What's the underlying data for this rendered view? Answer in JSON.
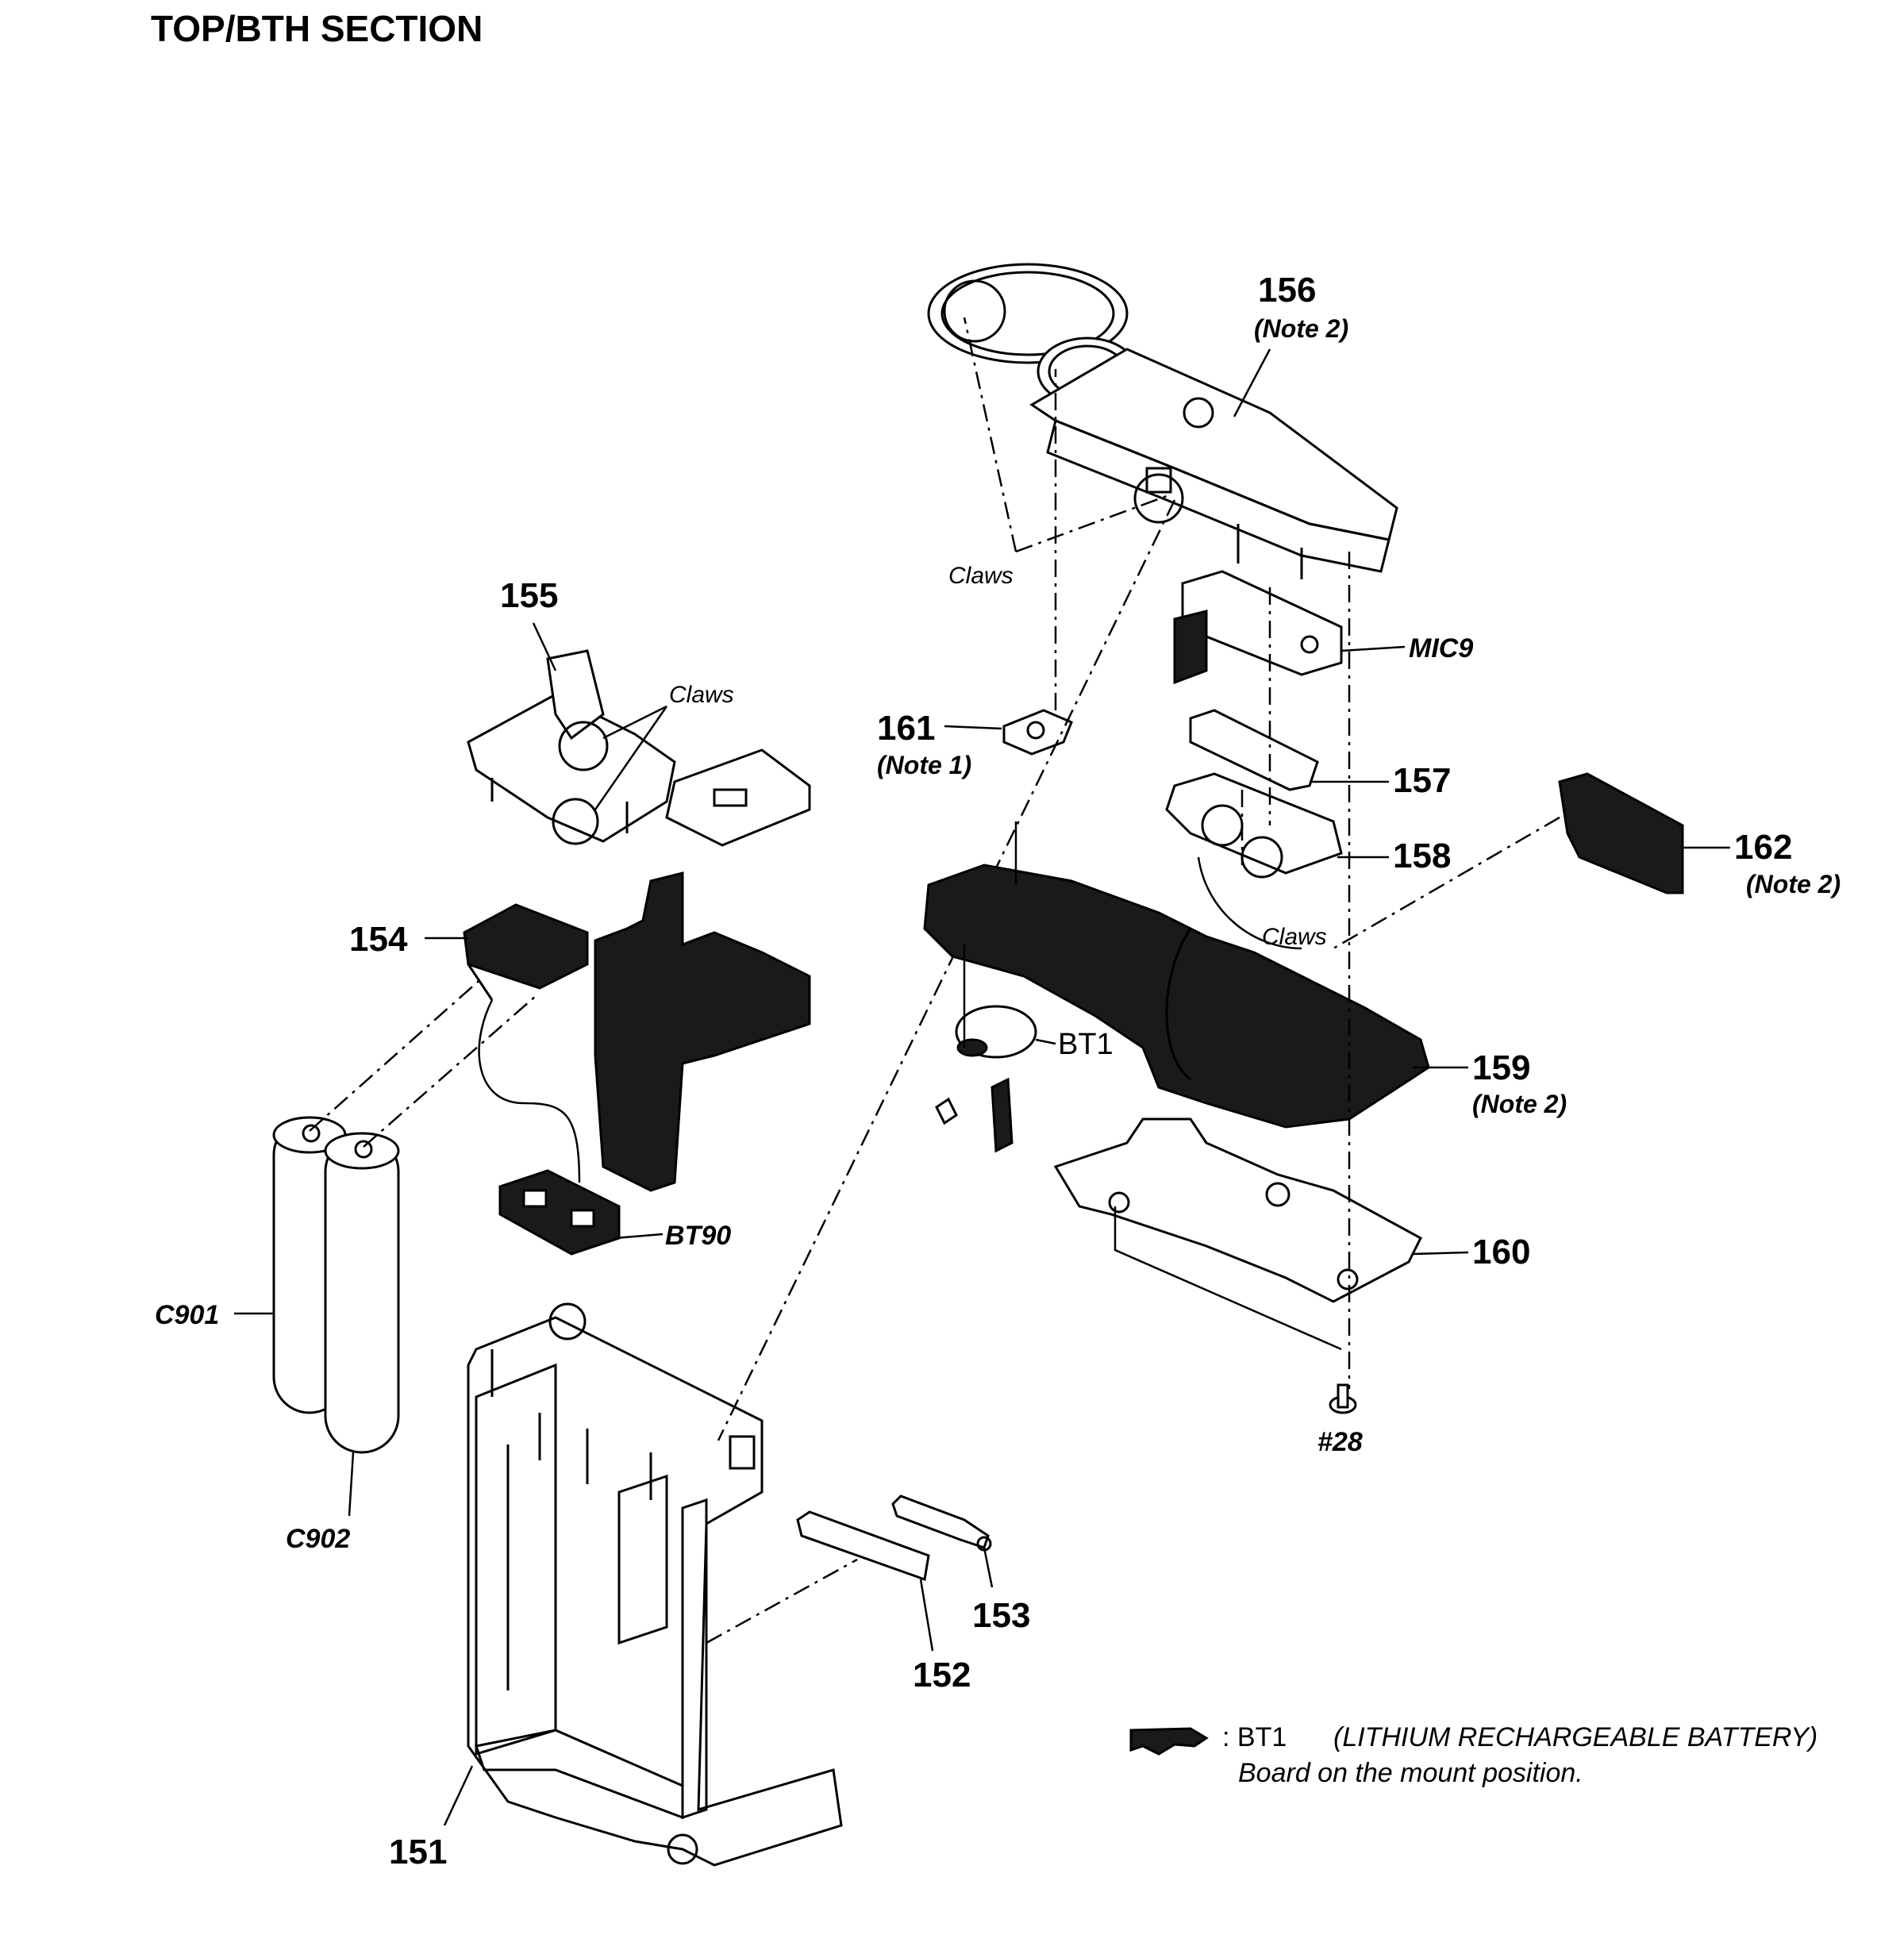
{
  "title": "TOP/BTH SECTION",
  "parts": {
    "p151": "151",
    "p152": "152",
    "p153": "153",
    "p154": "154",
    "p155": "155",
    "p156": "156",
    "p157": "157",
    "p158": "158",
    "p159": "159",
    "p160": "160",
    "p161": "161",
    "p162": "162"
  },
  "notes": {
    "n156": "(Note 2)",
    "n161": "(Note 1)",
    "n162": "(Note 2)",
    "n159": "(Note 2)"
  },
  "refs": {
    "mic": "MIC9",
    "bt90": "BT90",
    "c901": "C901",
    "c902": "C902",
    "screw": "#28",
    "bt1": "BT1"
  },
  "claws": {
    "top": "Claws",
    "left": "Claws",
    "right": "Claws"
  },
  "legend": {
    "prefix": ": BT1",
    "desc": "(LITHIUM RECHARGEABLE BATTERY)",
    "line2": "Board on the mount position."
  },
  "colors": {
    "ink": "#000000",
    "paper": "#ffffff",
    "dark_part": "#1a1a1a"
  }
}
